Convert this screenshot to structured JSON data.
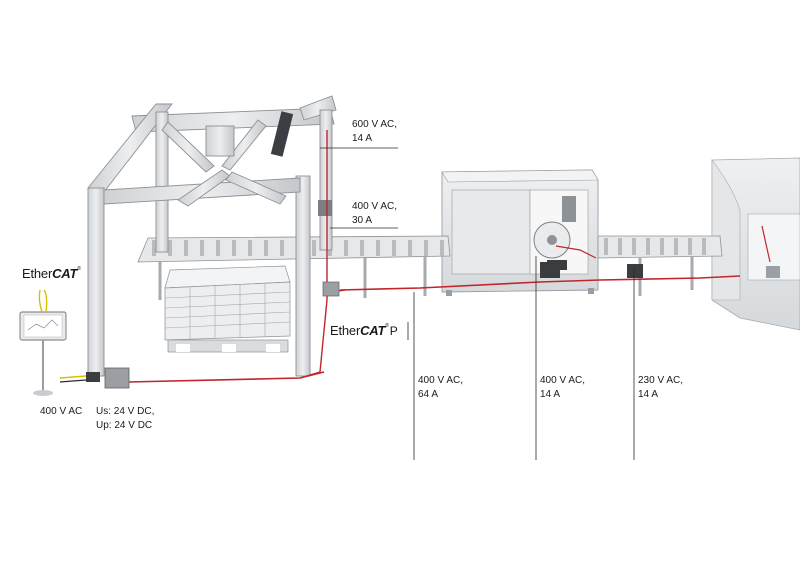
{
  "ethercat_labels": [
    {
      "prefix": "Ether",
      "brand": "CAT",
      "mark": "®",
      "suffix": ""
    },
    {
      "prefix": "Ether",
      "brand": "CAT",
      "mark": "®",
      "suffix": "P"
    }
  ],
  "callouts": {
    "gantry_top": {
      "line1": "600 V AC,",
      "line2": "14 A"
    },
    "gantry_mid": {
      "line1": "400 V AC,",
      "line2": "30 A"
    },
    "conveyor": {
      "line1": "400 V AC,",
      "line2": "64 A"
    },
    "saw": {
      "line1": "400 V AC,",
      "line2": "14 A"
    },
    "outfeed": {
      "line1": "230 V AC,",
      "line2": "14 A"
    },
    "supply": {
      "line1": "400 V AC"
    },
    "control": {
      "line1": "Us: 24 V DC,",
      "line2": "Up: 24 V DC"
    }
  },
  "colors": {
    "cable": "#c0262b",
    "frame": "#dfe1e3",
    "frame_edge": "#9a9da1",
    "leader": "#2a2a2a"
  }
}
